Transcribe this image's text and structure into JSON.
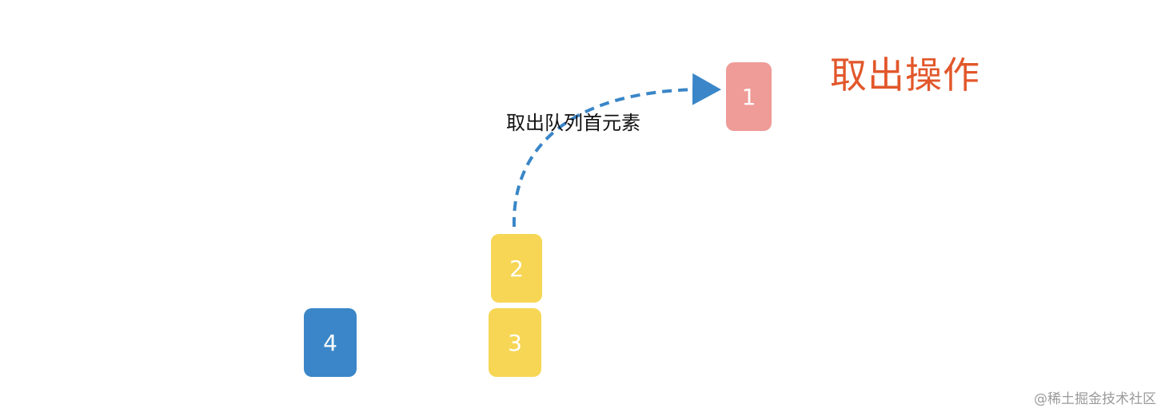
{
  "title": "取出操作",
  "arrow_label": "取出队列首元素",
  "watermark": "@稀土掘金技术社区",
  "colors": {
    "title": "#e2572b",
    "dequeued": "#ef9b97",
    "queued": "#f6d654",
    "new_item": "#3a86c8",
    "arrow": "#3a86c8"
  },
  "blocks": [
    {
      "id": "1",
      "label": "1",
      "state": "dequeued"
    },
    {
      "id": "2",
      "label": "2",
      "state": "queued"
    },
    {
      "id": "3",
      "label": "3",
      "state": "queued"
    },
    {
      "id": "4",
      "label": "4",
      "state": "new_item"
    }
  ]
}
